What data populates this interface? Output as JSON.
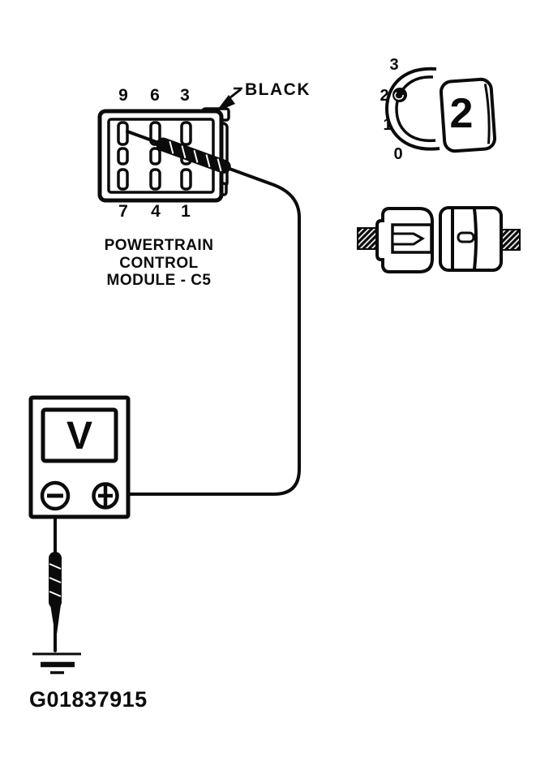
{
  "figure": {
    "id": "G01837915",
    "ink_color": "#0b0b0b",
    "paper_color": "#ffffff"
  },
  "pcm_connector": {
    "label_line1": "POWERTRAIN",
    "label_line2": "CONTROL",
    "label_line3": "MODULE - C5",
    "top_pins": [
      "9",
      "6",
      "3"
    ],
    "bottom_pins": [
      "7",
      "4",
      "1"
    ],
    "wire_color_label": "BLACK"
  },
  "rotary_dial": {
    "tick_labels": [
      "3",
      "2",
      "1",
      "0"
    ],
    "selected_value": "2"
  },
  "voltmeter": {
    "display_symbol": "V",
    "negative_terminal_symbol": "−",
    "positive_terminal_symbol": "+"
  }
}
